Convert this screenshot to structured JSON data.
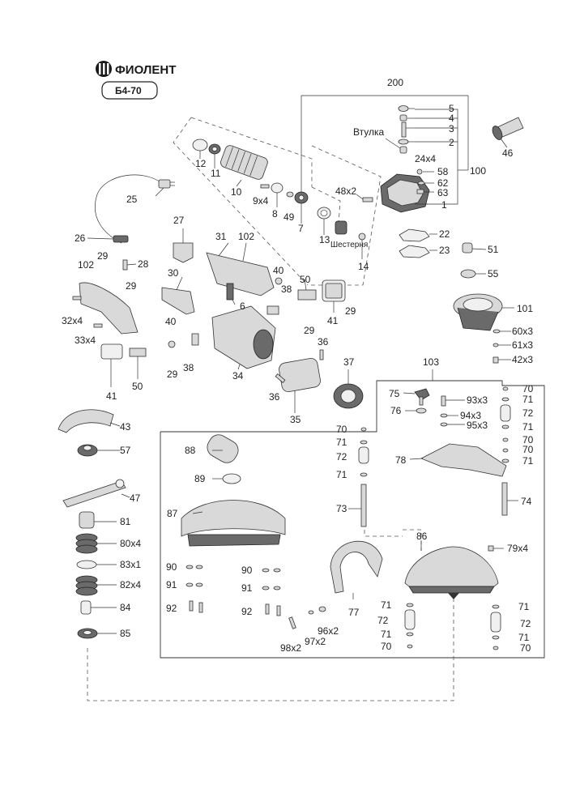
{
  "header": {
    "brand_name": "ФИОЛЕНТ",
    "model": "Б4-70"
  },
  "callouts": {
    "c200": "200",
    "c5": "5",
    "c4": "4",
    "c3": "3",
    "c2": "2",
    "c100": "100",
    "c1": "1",
    "c46": "46",
    "c24x4": "24x4",
    "c58": "58",
    "c62": "62",
    "c63": "63",
    "c48x2": "48x2",
    "vtulka": "Втулка",
    "c12": "12",
    "c11": "11",
    "c10": "10",
    "c9x4": "9x4",
    "c8": "8",
    "c49": "49",
    "c7": "7",
    "c25": "25",
    "c26": "26",
    "c13": "13",
    "shesternya": "Шестерня",
    "c14": "14",
    "c22": "22",
    "c23": "23",
    "c51": "51",
    "c55": "55",
    "c27": "27",
    "c31": "31",
    "c102a": "102",
    "c102b": "102",
    "c28": "28",
    "c29a": "29",
    "c29b": "29",
    "c30": "30",
    "c40a": "40",
    "c38a": "38",
    "c50a": "50",
    "c6": "6",
    "c29c": "29",
    "c41": "41",
    "c101": "101",
    "c32x4": "32x4",
    "c33x4": "33x4",
    "c40b": "40",
    "c29d": "29",
    "c60x3": "60x3",
    "c61x3": "61x3",
    "c42x3": "42x3",
    "c36a": "36",
    "c37": "37",
    "c38b": "38",
    "c34": "34",
    "c29e": "29",
    "c41b": "41",
    "c50b": "50",
    "c36b": "36",
    "c35": "35",
    "c103": "103",
    "c43": "43",
    "c75": "75",
    "c93x3": "93x3",
    "c70a": "70",
    "c71a": "71",
    "c72a": "72",
    "c71b": "71",
    "c70b": "70",
    "c70c": "70",
    "c71c": "71",
    "c76": "76",
    "c94x3": "94x3",
    "c95x3": "95x3",
    "c57": "57",
    "c70d": "70",
    "c71d": "71",
    "c72b": "72",
    "c71e": "71",
    "c88": "88",
    "c78": "78",
    "c89": "89",
    "c47": "47",
    "c73": "73",
    "c74": "74",
    "c81": "81",
    "c87": "87",
    "c80x4": "80x4",
    "c86": "86",
    "c79x4": "79x4",
    "c83x1": "83x1",
    "c90a": "90",
    "c90b": "90",
    "c77": "77",
    "c82x4": "82x4",
    "c91a": "91",
    "c91b": "91",
    "c84": "84",
    "c92a": "92",
    "c92b": "92",
    "c71f": "71",
    "c71g": "71",
    "c72c": "72",
    "c72d": "72",
    "c71h": "71",
    "c71i": "71",
    "c70e": "70",
    "c70f": "70",
    "c85": "85",
    "c96x2": "96x2",
    "c97x2": "97x2",
    "c98x2": "98x2"
  }
}
